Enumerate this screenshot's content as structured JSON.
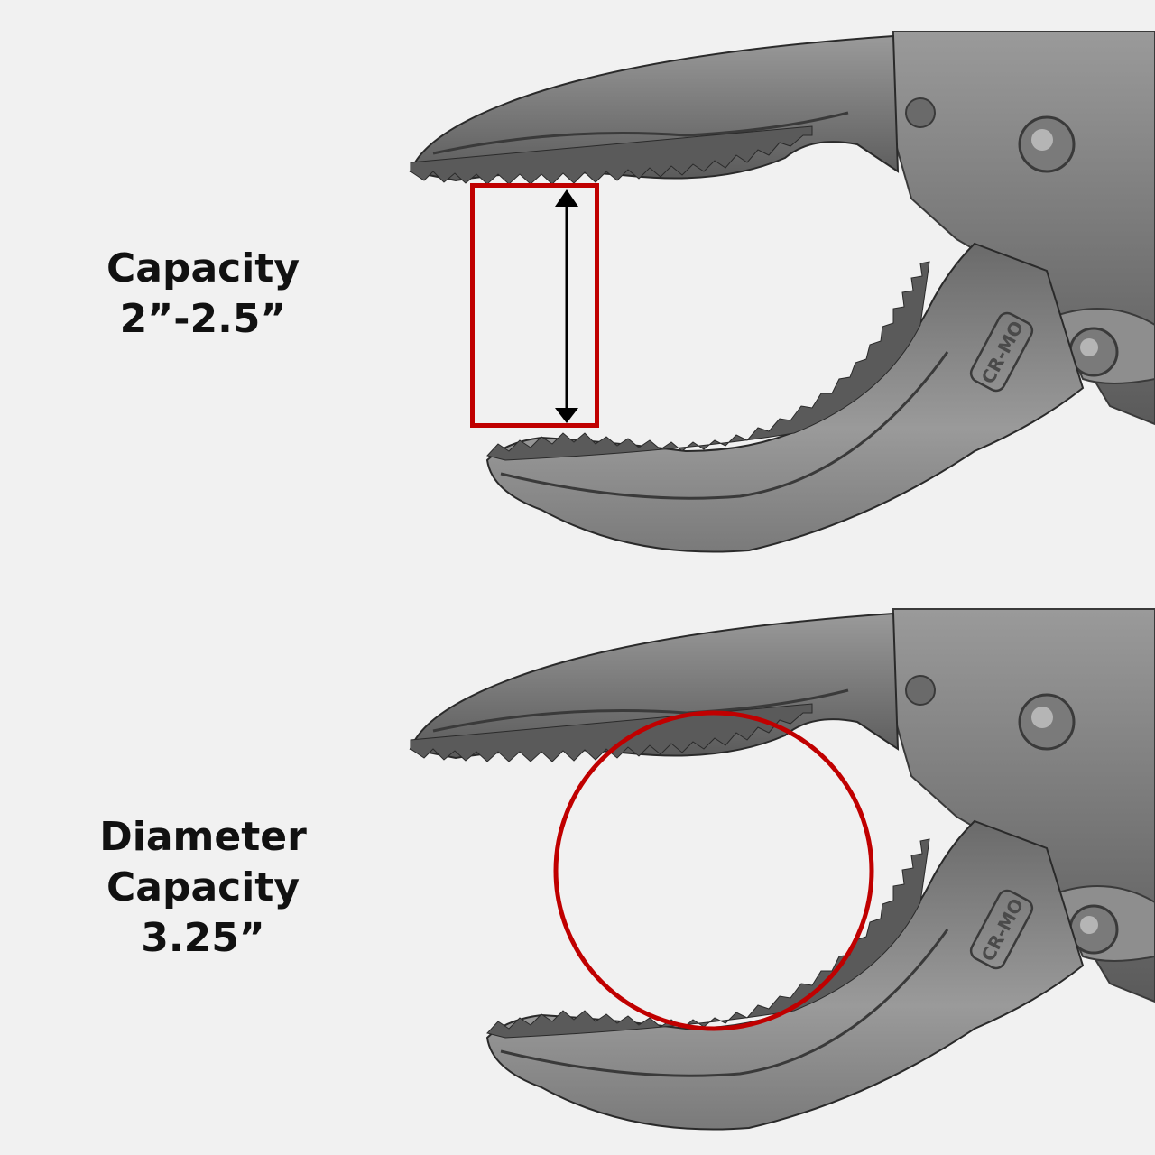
{
  "panels": [
    {
      "id": "jaw-capacity",
      "label_lines": [
        "Capacity",
        "2”-2.5”"
      ],
      "indicator": "rectangle-with-double-arrow",
      "stamp": "CR-MO"
    },
    {
      "id": "diameter-capacity",
      "label_lines": [
        "Diameter",
        "Capacity",
        "3.25”"
      ],
      "indicator": "circle",
      "stamp": "CR-MO"
    }
  ],
  "colors": {
    "background": "#f1f1f1",
    "indicator_red": "#c00000",
    "arrow": "#000000",
    "metal_dark": "#4a4a4a",
    "metal_mid": "#8a8a8a",
    "metal_light": "#b5b5b5",
    "text": "#111111"
  }
}
